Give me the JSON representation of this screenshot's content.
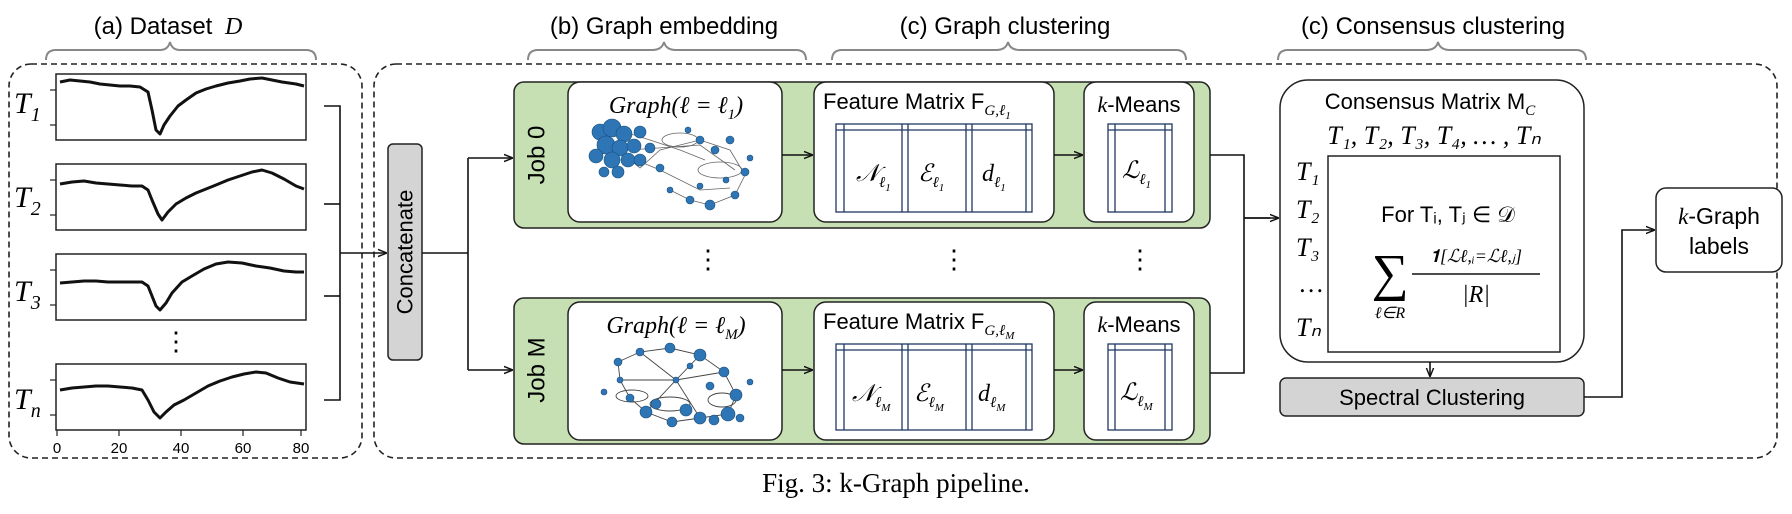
{
  "sections": {
    "dataset": "(a) Dataset",
    "dataset_symbol": "D",
    "embedding": "(b) Graph embedding",
    "clustering": "(c) Graph clustering",
    "consensus": "(c) Consensus clustering"
  },
  "series_labels": [
    {
      "base": "T",
      "sub": "1"
    },
    {
      "base": "T",
      "sub": "2"
    },
    {
      "base": "T",
      "sub": "3"
    },
    {
      "base": "T",
      "sub": "n"
    }
  ],
  "axis_ticks": [
    "0",
    "20",
    "40",
    "60",
    "80"
  ],
  "vdots": "⋮",
  "concatenate": "Concatenate",
  "jobs": [
    {
      "label": "Job 0",
      "graph_text": "Graph(ℓ = ℓ",
      "graph_sub": "1",
      "graph_close": ")",
      "feature_title": "Feature Matrix F",
      "feature_sub": "G,ℓ",
      "feature_subsub": "1",
      "cols": [
        {
          "sym": "𝒩",
          "sub": "ℓ",
          "subsub": "1"
        },
        {
          "sym": "ℰ",
          "sub": "ℓ",
          "subsub": "1"
        },
        {
          "sym": "d",
          "sub": "ℓ",
          "subsub": "1"
        }
      ],
      "kmeans_prefix": "k",
      "kmeans_suffix": "-Means",
      "label_sym": "ℒ",
      "label_sub": "ℓ",
      "label_subsub": "1"
    },
    {
      "label": "Job M",
      "graph_text": "Graph(ℓ = ℓ",
      "graph_sub": "M",
      "graph_close": ")",
      "feature_title": "Feature Matrix F",
      "feature_sub": "G,ℓ",
      "feature_subsub": "M",
      "cols": [
        {
          "sym": "𝒩",
          "sub": "ℓ",
          "subsub": "M"
        },
        {
          "sym": "ℰ",
          "sub": "ℓ",
          "subsub": "M"
        },
        {
          "sym": "d",
          "sub": "ℓ",
          "subsub": "M"
        }
      ],
      "kmeans_prefix": "k",
      "kmeans_suffix": "-Means",
      "label_sym": "ℒ",
      "label_sub": "ℓ",
      "label_subsub": "M"
    }
  ],
  "consensus": {
    "title": "Consensus Matrix M",
    "title_sub": "C",
    "columns_text": "T₁, T₂, T₃, T₄, … , Tₙ",
    "rows": [
      "T₁",
      "T₂",
      "T₃",
      "…",
      "Tₙ"
    ],
    "formula_for": "For Tᵢ, Tⱼ ∈ 𝒟",
    "formula_numerator": "𝟏[ℒℓ,ᵢ=ℒℓ,ⱼ]",
    "formula_denominator": "|R|",
    "formula_sum": "∑",
    "formula_sum_under": "ℓ∈R"
  },
  "spectral": "Spectral Clustering",
  "output_prefix": "k",
  "output_line1": "-Graph",
  "output_line2": "labels",
  "caption": "Fig. 3: k-Graph pipeline.",
  "colors": {
    "job_fill": "#c6e0b4",
    "spectral_fill": "#d4d4d4",
    "node": "#2e75b6",
    "matrix_line": "#1f3864"
  }
}
